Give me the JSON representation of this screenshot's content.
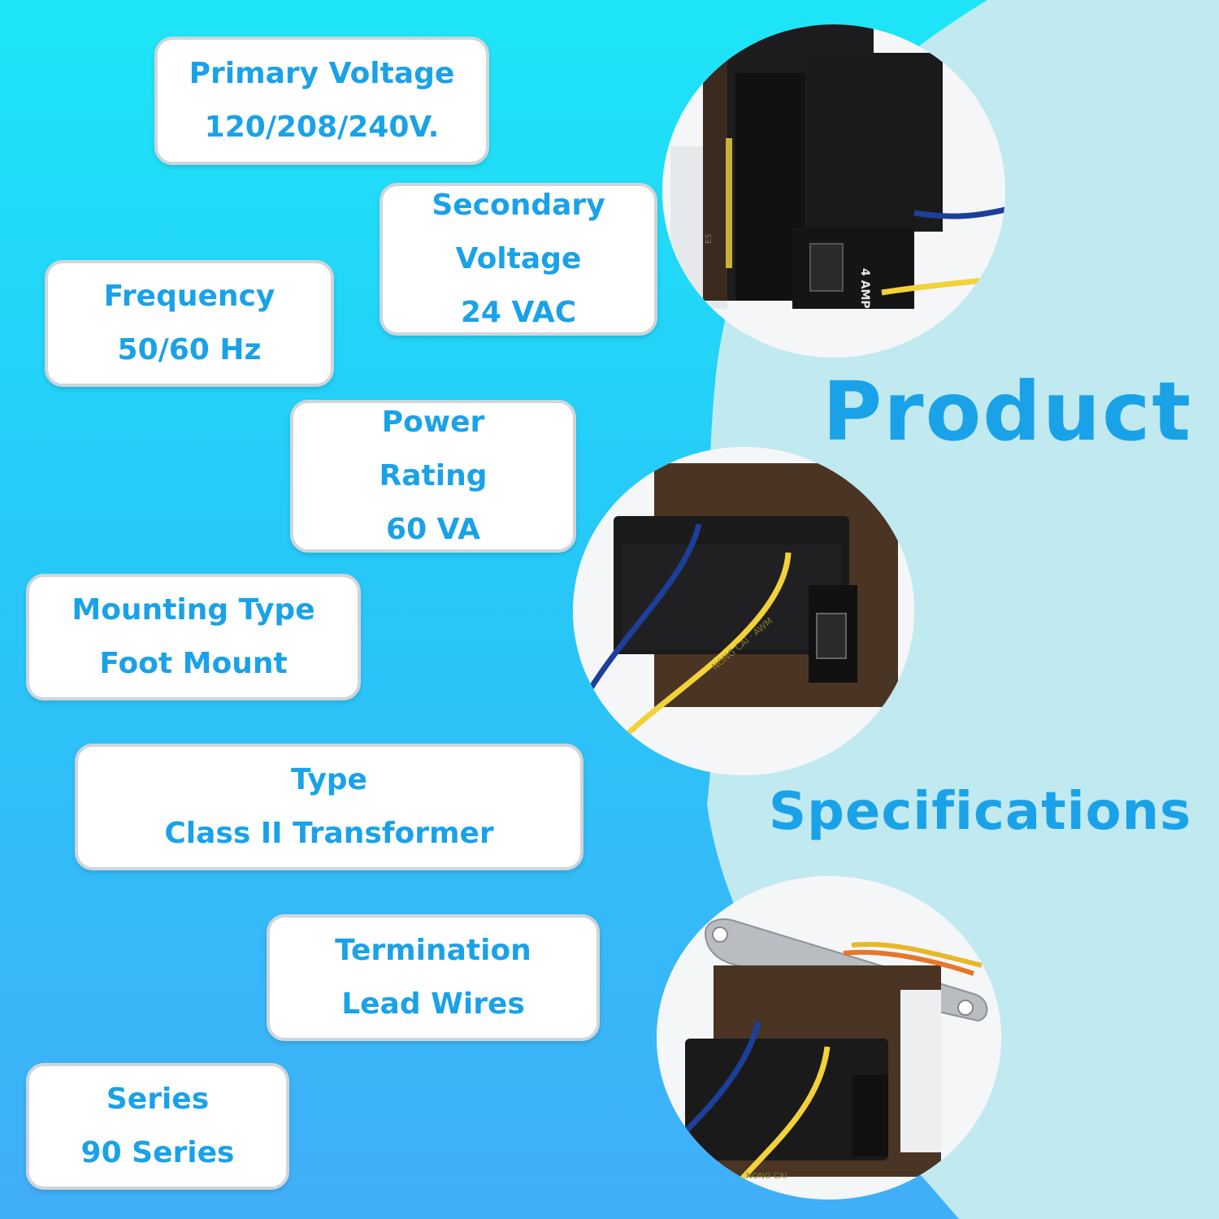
{
  "specs": [
    {
      "lines": [
        "Primary Voltage",
        "120/208/240V."
      ]
    },
    {
      "lines": [
        "Secondary",
        "Voltage",
        "24 VAC"
      ]
    },
    {
      "lines": [
        "Frequency",
        "50/60 Hz"
      ]
    },
    {
      "lines": [
        "Power",
        "Rating",
        " 60 VA"
      ]
    },
    {
      "lines": [
        "Mounting Type",
        "Foot Mount"
      ]
    },
    {
      "lines": [
        "Type",
        "  Class II Transformer"
      ]
    },
    {
      "lines": [
        "Termination",
        "  Lead Wires"
      ]
    },
    {
      "lines": [
        "Series",
        "90 Series"
      ]
    }
  ],
  "headline": {
    "word1": "Product",
    "word2": "Specifications"
  },
  "product_photos": {
    "top": {
      "label": "4 AMP",
      "small_marks": "E5"
    },
    "middle": {
      "label": "",
      "wire_print": "NONG CAI · AWM"
    },
    "bottom": {
      "label": "",
      "wire_print": "NONG CAI"
    }
  },
  "colors": {
    "bg_top": "#1de6f7",
    "bg_bottom": "#41aef8",
    "right_panel": "#c0e9f0",
    "text": "#1aa2e8"
  }
}
